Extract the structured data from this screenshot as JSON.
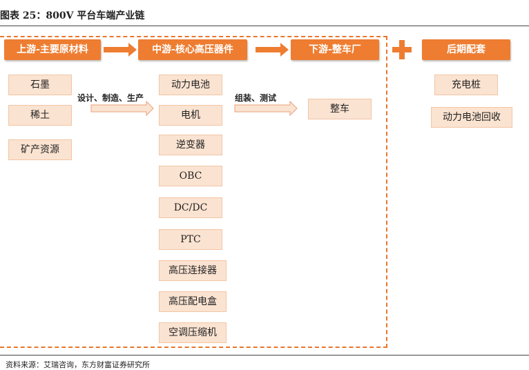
{
  "title": "图表 25：800V 平台车端产业链",
  "source": "资料来源：艾瑞咨询，东方财富证券研究所",
  "upstream": {
    "header": "上游-主要原材料",
    "items": [
      "石墨",
      "稀土",
      "矿产资源"
    ]
  },
  "midstream": {
    "header": "中游-核心高压器件",
    "items": [
      "动力电池",
      "电机",
      "逆变器",
      "OBC",
      "DC/DC",
      "PTC",
      "高压连接器",
      "高压配电盒",
      "空调压缩机"
    ]
  },
  "downstream": {
    "header": "下游-整车厂",
    "items": [
      "整车"
    ]
  },
  "aftermarket": {
    "header": "后期配套",
    "items": [
      "充电桩",
      "动力电池回收"
    ]
  },
  "links": {
    "up_to_mid": "设计、制造、生产",
    "mid_to_down": "组装、测试"
  },
  "colors": {
    "header": "#ee7d31",
    "item_fill": "#fbe3d1",
    "frame": "#e8762b",
    "arrow_fill": "#fbe3d1"
  }
}
